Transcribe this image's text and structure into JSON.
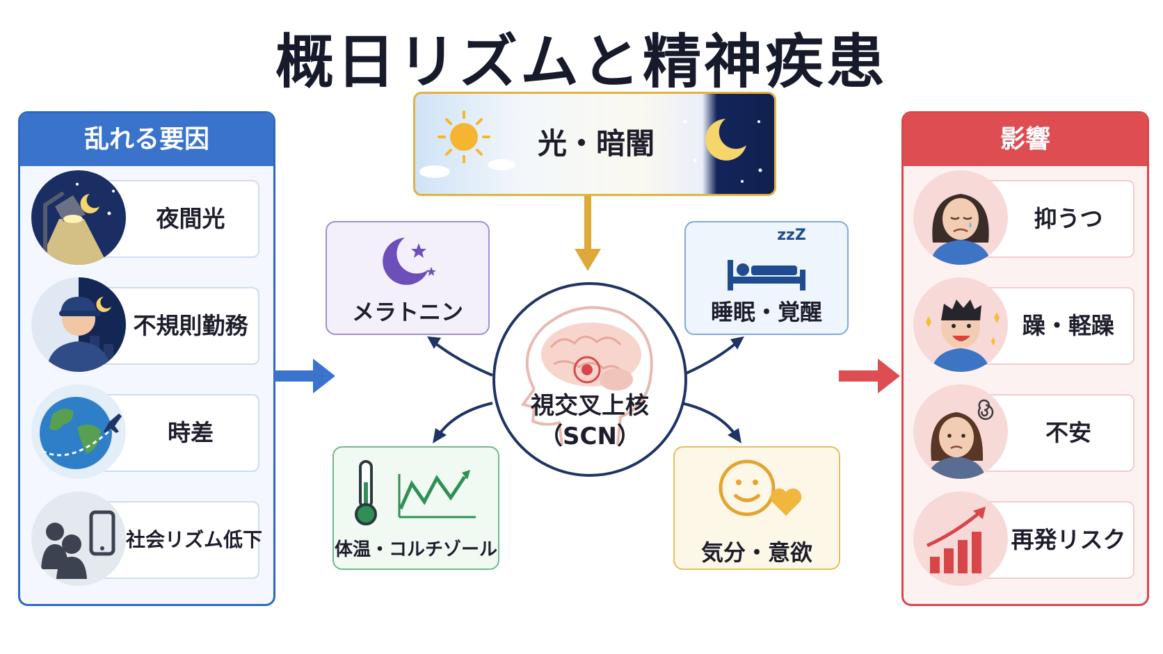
{
  "title": "概日リズムと精神疾患",
  "colors": {
    "blue": "#3a73cc",
    "red": "#dd4d52",
    "gold": "#e3b13f",
    "navy": "#1f3465"
  },
  "left_panel": {
    "heading": "乱れる要因",
    "items": [
      {
        "label": "夜間光",
        "icon": "desk-lamp-night-icon"
      },
      {
        "label": "不規則勤務",
        "icon": "night-worker-icon"
      },
      {
        "label": "時差",
        "icon": "globe-airplane-icon"
      },
      {
        "label": "社会リズム低下",
        "icon": "people-smartphone-icon"
      }
    ]
  },
  "light": {
    "label": "光・暗闇",
    "icons": [
      "sun-icon",
      "moon-stars-icon"
    ]
  },
  "center": {
    "line1": "視交叉上核",
    "line2": "（SCN）",
    "icon": "brain-head-icon"
  },
  "functions": {
    "melatonin": {
      "label": "メラトニン",
      "icon": "crescent-moon-icon"
    },
    "sleep": {
      "label": "睡眠・覚醒",
      "icon": "bed-sleep-icon",
      "zzz": "zzZ"
    },
    "temperature": {
      "label": "体温・コルチゾール",
      "icon": "thermometer-graph-icon"
    },
    "mood": {
      "label": "気分・意欲",
      "icon": "smiley-heart-icon"
    }
  },
  "right_panel": {
    "heading": "影響",
    "items": [
      {
        "label": "抑うつ",
        "icon": "sad-woman-icon"
      },
      {
        "label": "躁・軽躁",
        "icon": "excited-man-icon"
      },
      {
        "label": "不安",
        "icon": "anxious-woman-icon"
      },
      {
        "label": "再発リスク",
        "icon": "rising-bar-chart-icon"
      }
    ]
  }
}
